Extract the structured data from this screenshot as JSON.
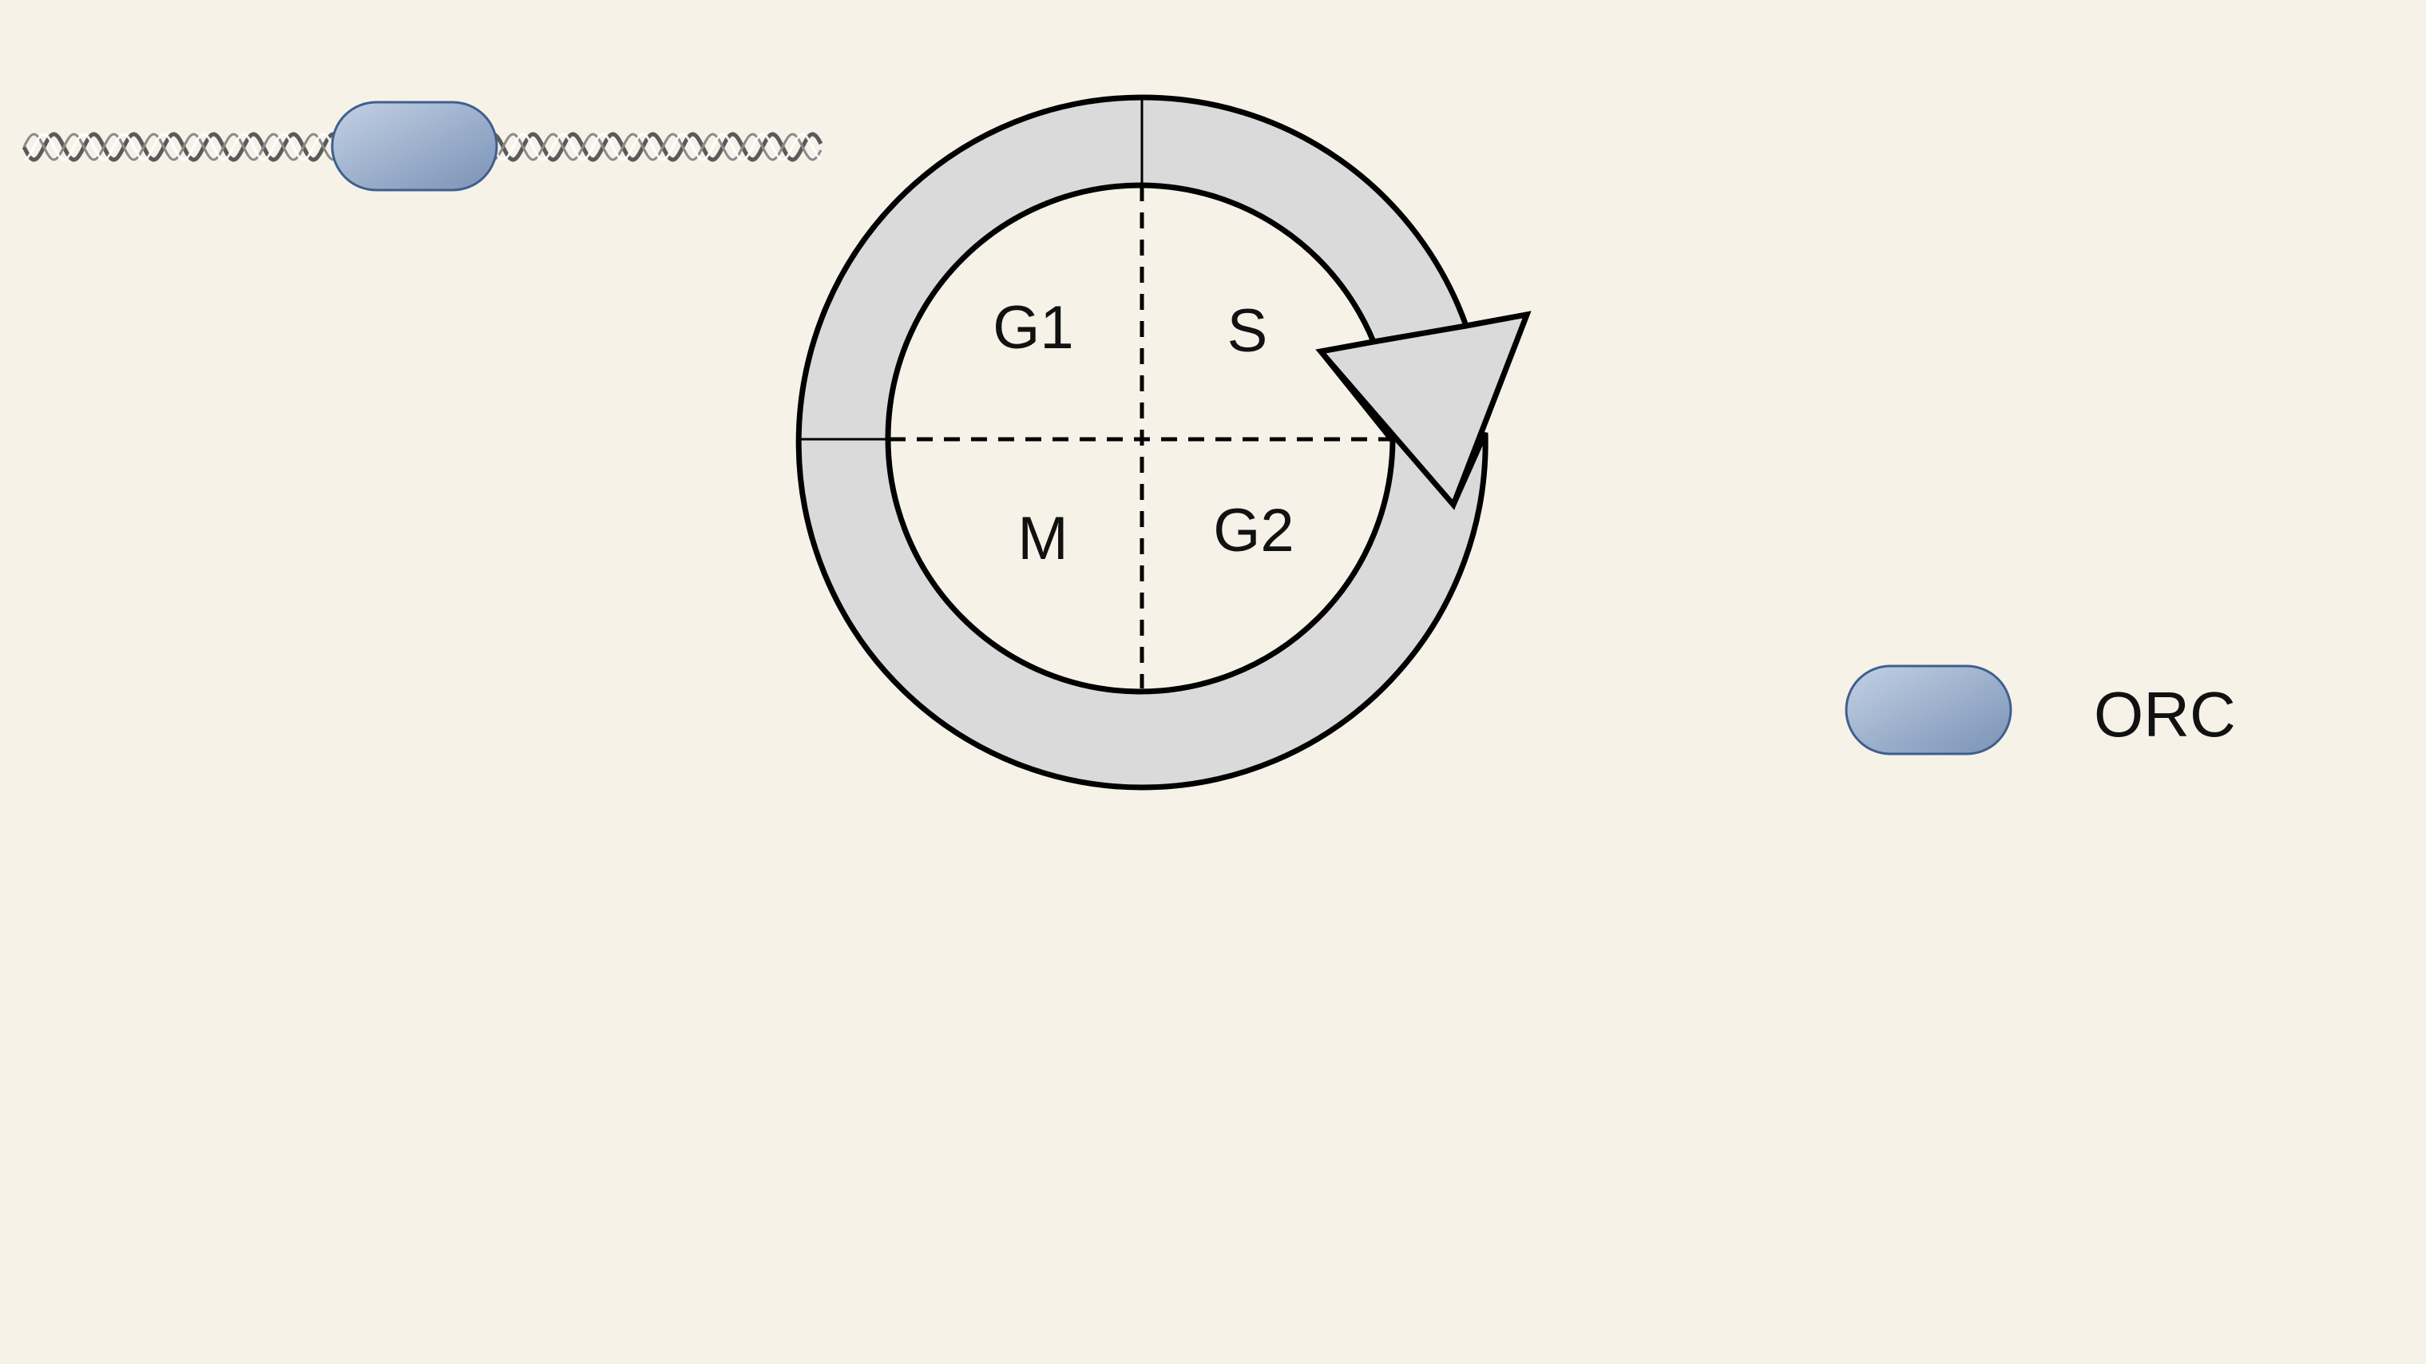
{
  "cell_cycle": {
    "phases": {
      "g1": "G1",
      "s": "S",
      "g2": "G2",
      "m": "M"
    },
    "ring_color": "#dadada",
    "stroke_color": "#000000"
  },
  "legend": {
    "orc_label": "ORC",
    "orc_icon": "orc-pill"
  },
  "colors": {
    "background": "#f6f2e7",
    "orc_fill_light": "#b7c6dc",
    "orc_fill_dark": "#7d94b8",
    "orc_stroke": "#3f5f8f",
    "dna_strand": "#555555"
  },
  "dna": {
    "icon": "dna-double-helix"
  }
}
